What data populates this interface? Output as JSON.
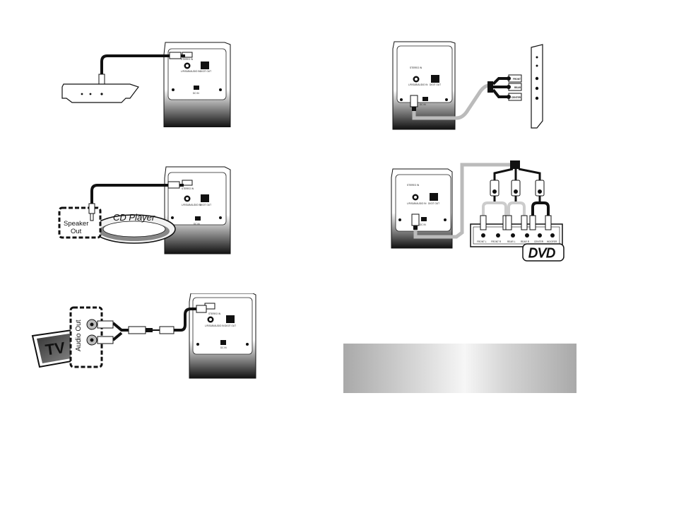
{
  "page_header_fragment": "",
  "diagrams": {
    "sound_card": {
      "port_labels": [
        "STEREO IN",
        "L/R/SUB/AUDIO IN",
        "DIGIT OUT",
        "DC IN"
      ]
    },
    "cd_player": {
      "device_label": "CD Player",
      "speaker_out_line1": "Speaker",
      "speaker_out_line2": "Out",
      "port_labels": [
        "STEREO IN",
        "L/R/SUB/AUDIO IN",
        "DIGIT OUT",
        "DC IN"
      ]
    },
    "tv": {
      "device_label": "TV",
      "audio_out_label": "Audio Out",
      "port_labels": [
        "STEREO IN",
        "L/R/SUB/AUDIO IN",
        "DIGIT OUT",
        "DC IN"
      ]
    },
    "sound_card_6ch": {
      "jack_labels": [
        "FRONT",
        "REAR",
        "CENTER"
      ],
      "port_labels": [
        "STEREO IN",
        "L/R/SUB/AUDIO IN",
        "DIGIT OUT",
        "DC IN"
      ]
    },
    "dvd": {
      "device_label": "DVD",
      "output_labels": [
        "FRONT L",
        "FRONT R",
        "REAR L",
        "REAR R",
        "CENTER",
        "WOOFER"
      ],
      "port_labels": [
        "STEREO IN",
        "L/R/SUB/AUDIO IN",
        "DIGIT OUT",
        "DC IN"
      ]
    }
  },
  "icons": [
    "speaker-back-panel",
    "pci-sound-card",
    "cd-player",
    "tv",
    "dvd-player",
    "mini-jack-plug",
    "rca-plug"
  ]
}
